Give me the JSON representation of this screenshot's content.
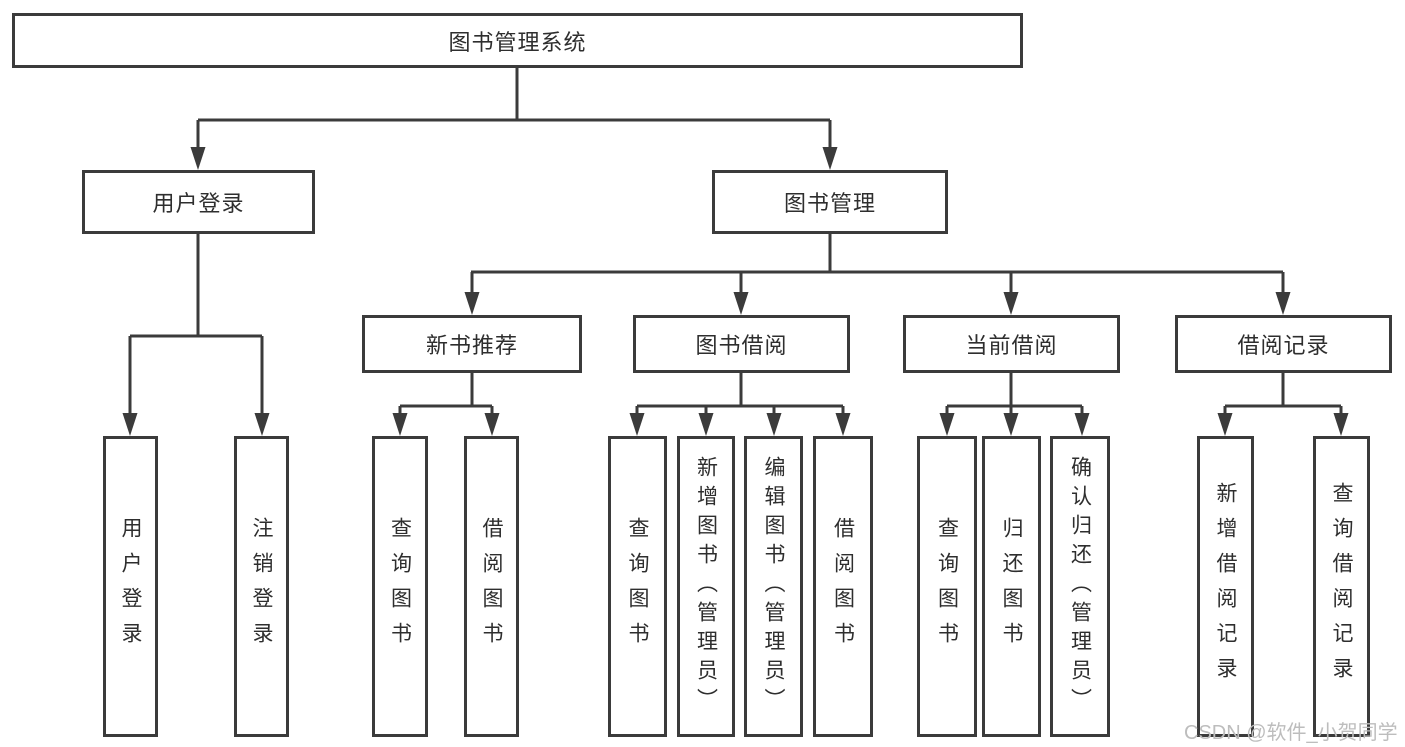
{
  "diagram": {
    "title": "图书管理系统",
    "nodes": {
      "root": {
        "label": "图书管理系统"
      },
      "userLogin": {
        "label": "用户登录",
        "children": {
          "login": {
            "label": "用户登录"
          },
          "logout": {
            "label": "注销登录"
          }
        }
      },
      "bookMgmt": {
        "label": "图书管理",
        "children": {
          "newBook": {
            "label": "新书推荐",
            "children": {
              "query": {
                "label": "查询图书"
              },
              "borrow": {
                "label": "借阅图书"
              }
            }
          },
          "bookBorrow": {
            "label": "图书借阅",
            "children": {
              "query": {
                "label": "查询图书"
              },
              "add": {
                "label": "新增图书（管理员）"
              },
              "edit": {
                "label": "编辑图书（管理员）"
              },
              "borrow": {
                "label": "借阅图书"
              }
            }
          },
          "currentBorrow": {
            "label": "当前借阅",
            "children": {
              "query": {
                "label": "查询图书"
              },
              "return": {
                "label": "归还图书"
              },
              "confirm": {
                "label": "确认归还（管理员）"
              }
            }
          },
          "borrowRecords": {
            "label": "借阅记录",
            "children": {
              "add": {
                "label": "新增借阅记录"
              },
              "query": {
                "label": "查询借阅记录"
              }
            }
          }
        }
      }
    }
  },
  "watermark": {
    "text": "CSDN @软件_小贺同学"
  },
  "colors": {
    "line": "#3b3b3b",
    "text": "#2e2e2e",
    "watermark": "#bdbdbd",
    "background": "#ffffff"
  }
}
